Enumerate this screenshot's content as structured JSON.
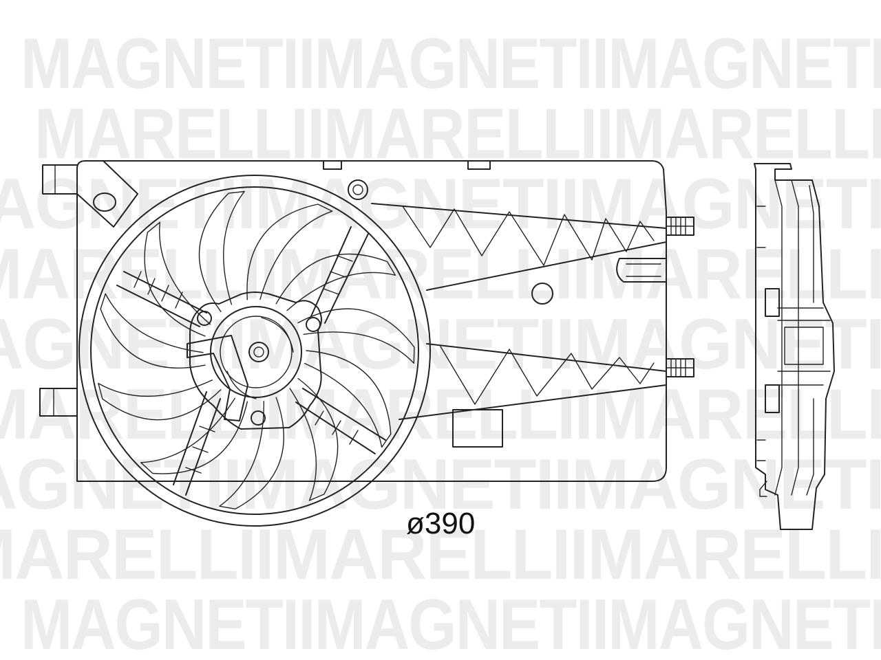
{
  "watermark": {
    "brand_word_1": "MAGNETI",
    "brand_word_2": "MARELLI",
    "color": "#ececec"
  },
  "drawing": {
    "line_color": "#222222",
    "background": "#ffffff",
    "dimension_label": "ø390"
  }
}
